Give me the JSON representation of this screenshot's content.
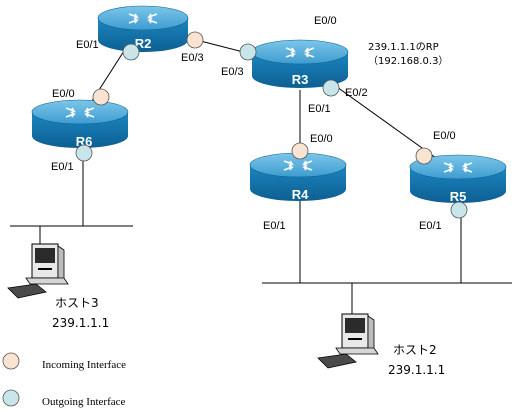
{
  "routers": {
    "r2": "R2",
    "r3": "R3",
    "r4": "R4",
    "r5": "R5",
    "r6": "R6"
  },
  "interfaces": {
    "r2_e01": "E0/1",
    "r2_e03": "E0/3",
    "r3_e00": "E0/0",
    "r3_e03": "E0/3",
    "r3_e01": "E0/1",
    "r3_e02": "E0/2",
    "r6_e00": "E0/0",
    "r6_e01": "E0/1",
    "r4_e00": "E0/0",
    "r4_e01": "E0/1",
    "r5_e00": "E0/0",
    "r5_e01": "E0/1"
  },
  "rp": {
    "line1": "239.1.1.1のRP",
    "line2": "（192.168.0.3）"
  },
  "hosts": {
    "host3_name": "ホスト3",
    "host3_group": "239.1.1.1",
    "host2_name": "ホスト2",
    "host2_group": "239.1.1.1"
  },
  "legend": {
    "incoming": "Incoming Interface",
    "outgoing": "Outgoing Interface"
  },
  "colors": {
    "incoming": "#f9e4d1",
    "outgoing": "#c8e6ea",
    "router_body": "#1a7fb8",
    "router_top": "#4aa8d8"
  }
}
